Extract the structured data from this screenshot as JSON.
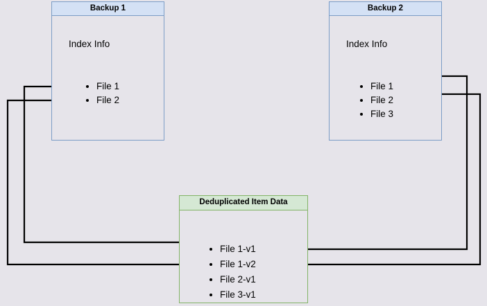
{
  "diagram": {
    "type": "deduplication-flow",
    "background_color": "#e6e4ea",
    "accent_blue_fill": "#d4e1f5",
    "accent_blue_stroke": "#7b9cc6",
    "accent_green_fill": "#d5e8d4",
    "accent_green_stroke": "#82b366",
    "edge_color": "#000000"
  },
  "backup1": {
    "title": "Backup 1",
    "heading": "Index Info",
    "files": [
      "File 1",
      "File 2"
    ]
  },
  "backup2": {
    "title": "Backup 2",
    "heading": "Index Info",
    "files": [
      "File 1",
      "File 2",
      "File 3"
    ]
  },
  "dedup": {
    "title": "Deduplicated Item Data",
    "items": [
      "File 1-v1",
      "File 1-v2",
      "File 2-v1",
      "File 3-v1"
    ]
  },
  "edges": [
    {
      "from": "backup1.File 1",
      "to": "dedup.File 1-v1"
    },
    {
      "from": "backup1.File 2",
      "to": "dedup.File 2-v1"
    },
    {
      "from": "backup2.File 1",
      "to": "dedup.File 1-v2"
    },
    {
      "from": "backup2.File 2",
      "to": "dedup.File 2-v1"
    }
  ]
}
